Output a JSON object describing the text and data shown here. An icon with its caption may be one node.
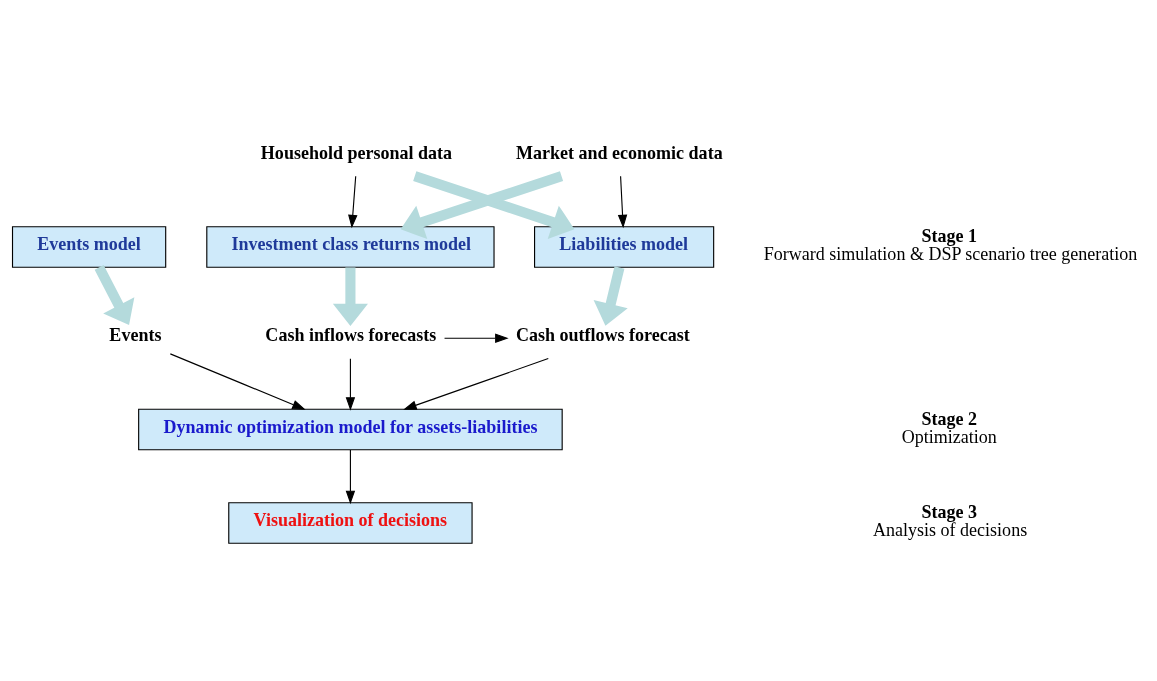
{
  "diagram": {
    "nodes": [
      {
        "text": [
          "Household personal data"
        ]
      },
      {
        "text": [
          "Market and economic data"
        ]
      },
      {
        "text": [
          "Events model"
        ]
      },
      {
        "text": [
          "Liabilities model"
        ]
      },
      {
        "text": [
          "Investment class returns model"
        ]
      },
      {
        "text": [
          "Events"
        ]
      },
      {
        "text": [
          "Cash outflows forecast"
        ]
      },
      {
        "text": [
          "Cash inflows forecasts"
        ]
      },
      {
        "text": [
          "Dynamic optimization model for assets-liabilities"
        ]
      },
      {
        "text": [
          "Visualization of decisions"
        ]
      }
    ],
    "edges": [
      {
        "from": 0,
        "to": 3,
        "arrow": "to",
        "style": "thick",
        "color": "#b4dadc"
      },
      {
        "from": 0,
        "to": 4,
        "arrow": "to"
      },
      {
        "from": 1,
        "to": 3,
        "arrow": "to"
      },
      {
        "from": 1,
        "to": 4,
        "arrow": "to",
        "style": "thick",
        "color": "#b4dadc"
      },
      {
        "from": 2,
        "to": 5,
        "arrow": "to",
        "style": "thick",
        "color": "#b4dadc"
      },
      {
        "from": 3,
        "to": 6,
        "arrow": "to",
        "style": "thick",
        "color": "#b4dadc"
      },
      {
        "from": 4,
        "to": 7,
        "arrow": "to",
        "style": "thick",
        "color": "#b4dadc"
      },
      {
        "from": 7,
        "to": 6,
        "arrow": "to"
      },
      {
        "from": 5,
        "to": 8,
        "arrow": "to"
      },
      {
        "from": 6,
        "to": 8,
        "arrow": "to"
      },
      {
        "from": 7,
        "to": 8,
        "arrow": "to"
      },
      {
        "from": 8,
        "to": 9,
        "arrow": "to"
      }
    ],
    "labels": [
      "Stage 1",
      "Forward simulation & DSP scenario tree generation",
      "Stage 2",
      "Optimization",
      "Stage 3",
      "Analysis of decisions"
    ]
  }
}
